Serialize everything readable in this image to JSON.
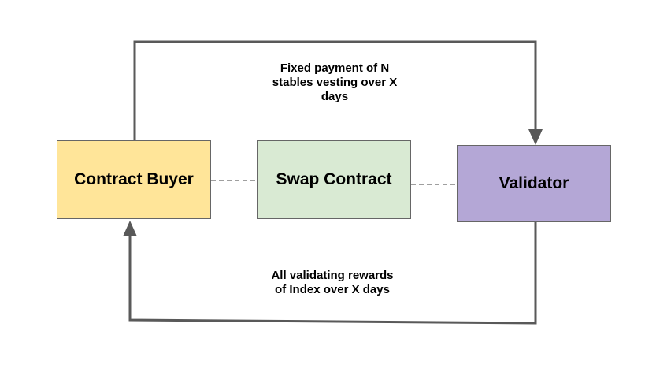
{
  "nodes": {
    "buyer": {
      "label": "Contract Buyer",
      "fill": "#FFE599"
    },
    "swap": {
      "label": "Swap Contract",
      "fill": "#D9EAD3"
    },
    "validator": {
      "label": "Validator",
      "fill": "#B4A7D6"
    }
  },
  "edges": {
    "payment": {
      "label": "Fixed payment of N\nstables vesting over X\ndays"
    },
    "rewards": {
      "label": "All validating rewards\nof Index over X days"
    }
  },
  "colors": {
    "arrow": "#595959",
    "dashed_link": "#666666",
    "box_border": "#666666"
  }
}
